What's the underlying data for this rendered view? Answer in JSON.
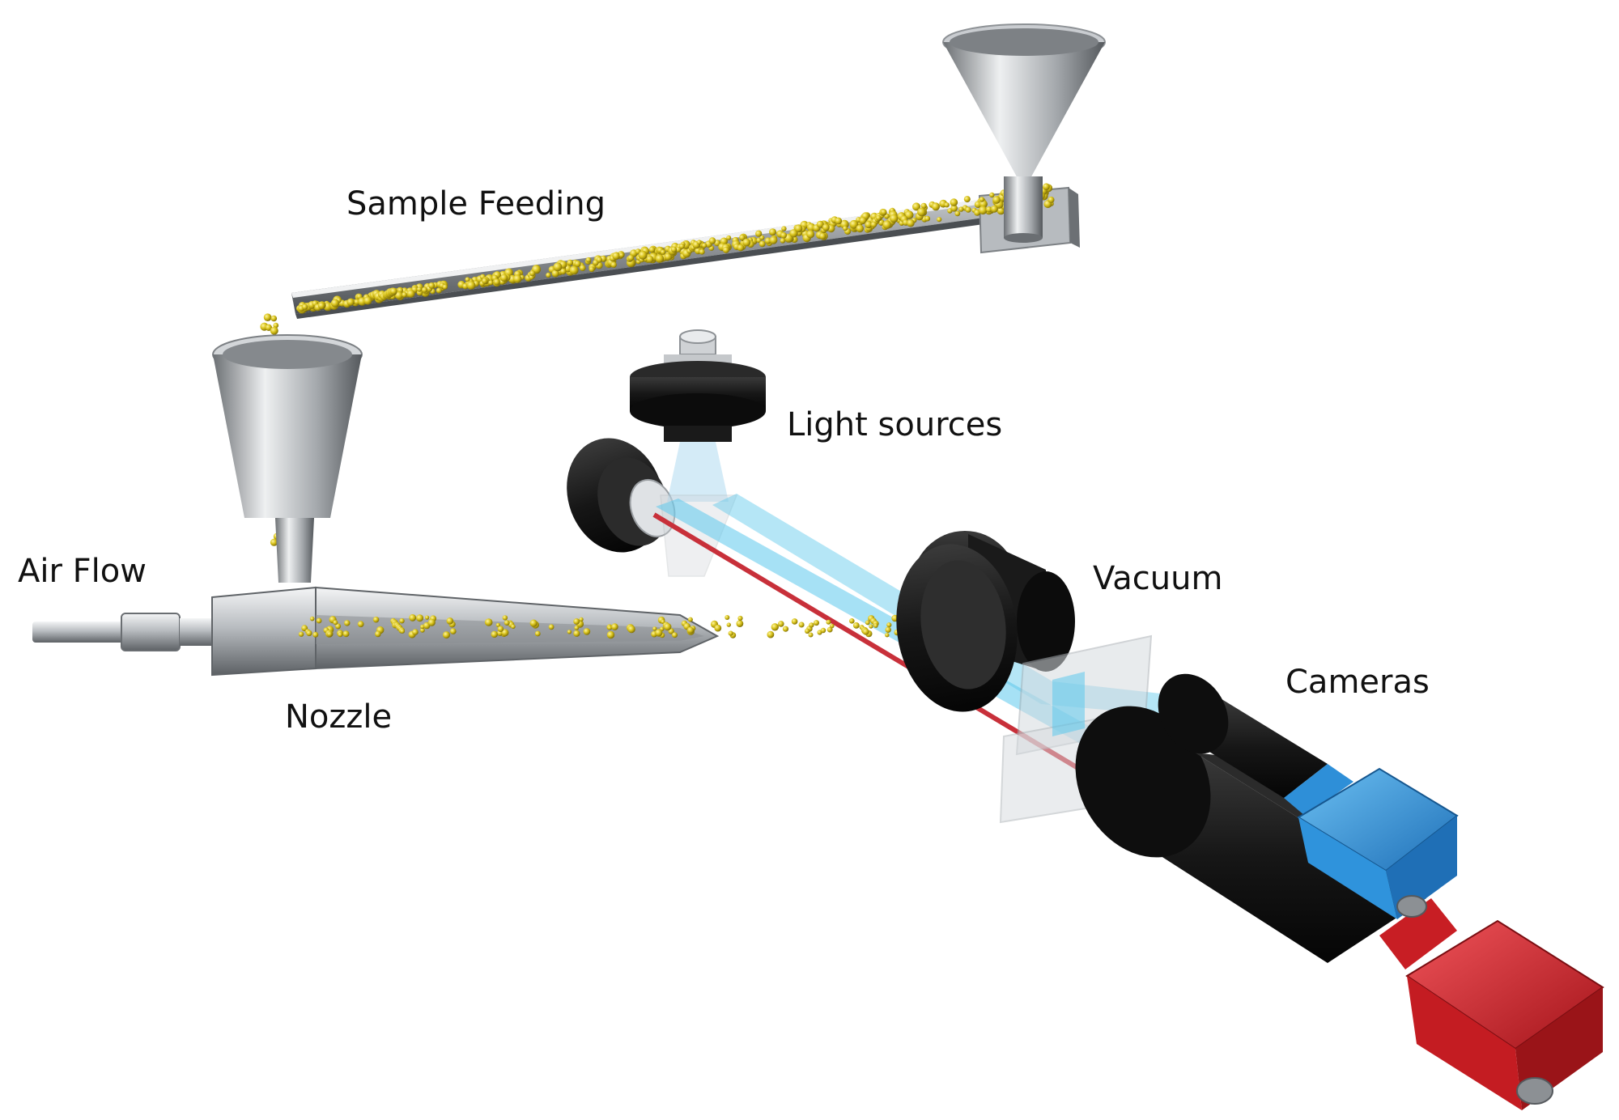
{
  "labels": {
    "sample_feeding": "Sample Feeding",
    "light_sources": "Light sources",
    "air_flow": "Air Flow",
    "nozzle": "Nozzle",
    "vacuum": "Vacuum",
    "cameras": "Cameras"
  },
  "colors": {
    "background": "#ffffff",
    "steel_light": "#e4e6e8",
    "steel_mid": "#a9adb1",
    "steel_dark": "#5f6367",
    "particle": "#d8c21a",
    "light_beam": "#5cc8ec",
    "laser": "#c8303a",
    "black_part": "#141414",
    "camera_blue": "#2f93dc",
    "camera_red": "#d8242a"
  }
}
